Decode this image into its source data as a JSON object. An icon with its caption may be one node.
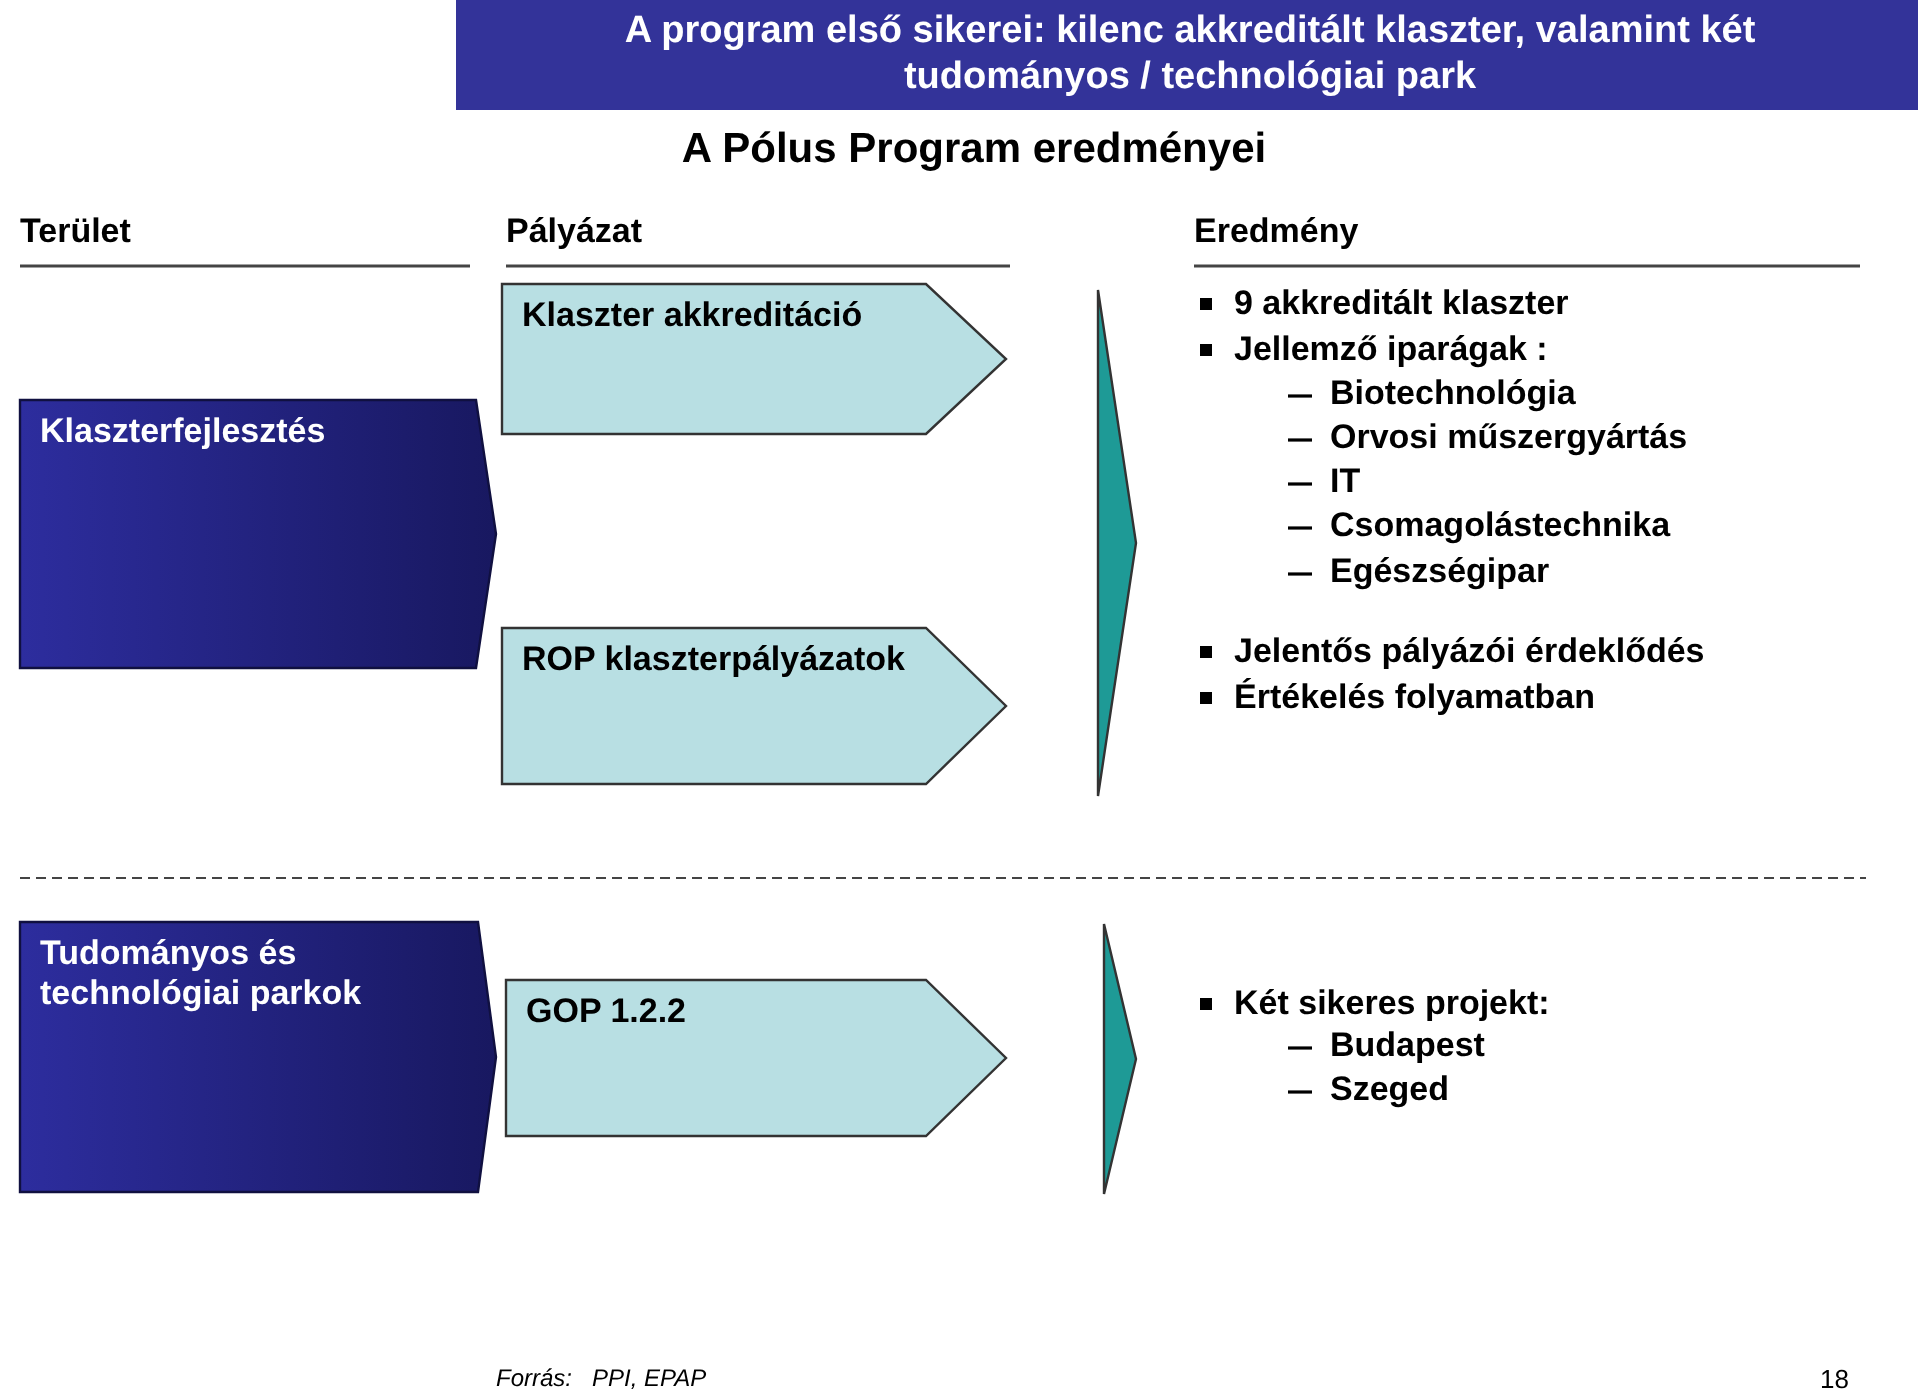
{
  "diagram": {
    "title": "A program első sikerei: kilenc akkreditált klaszter, valamint két tudományos / technológiai park",
    "nodes": [
      {
        "text": [
          "Klaszterfejlesztés"
        ]
      },
      {
        "text": [
          "Klaszter akkreditáció"
        ]
      },
      {
        "text": [
          "ROP klaszterpályázatok"
        ]
      },
      {
        "text": [],
        "shape": "chevron"
      },
      {
        "text": [
          "Tudományos és technológiai parkok"
        ]
      },
      {
        "text": [
          "GOP 1.2.2"
        ]
      },
      {
        "text": [],
        "shape": "chevron"
      }
    ],
    "edges": [],
    "labels": [
      "A Pólus Program eredményei",
      "Terület",
      "Pályázat",
      "Eredmény",
      "9 akkreditált klaszter",
      "Jellemző iparágak :",
      "Biotechnológia",
      "Orvosi műszergyártás",
      "IT",
      "Csomagolástechnika",
      "Egészségipar",
      "Jelentős pályázói érdeklődés",
      "Értékelés folyamatban",
      "Két sikeres projekt:",
      "Budapest",
      "Szeged",
      "Forrás:",
      "PPI, EPAP",
      "18"
    ]
  }
}
